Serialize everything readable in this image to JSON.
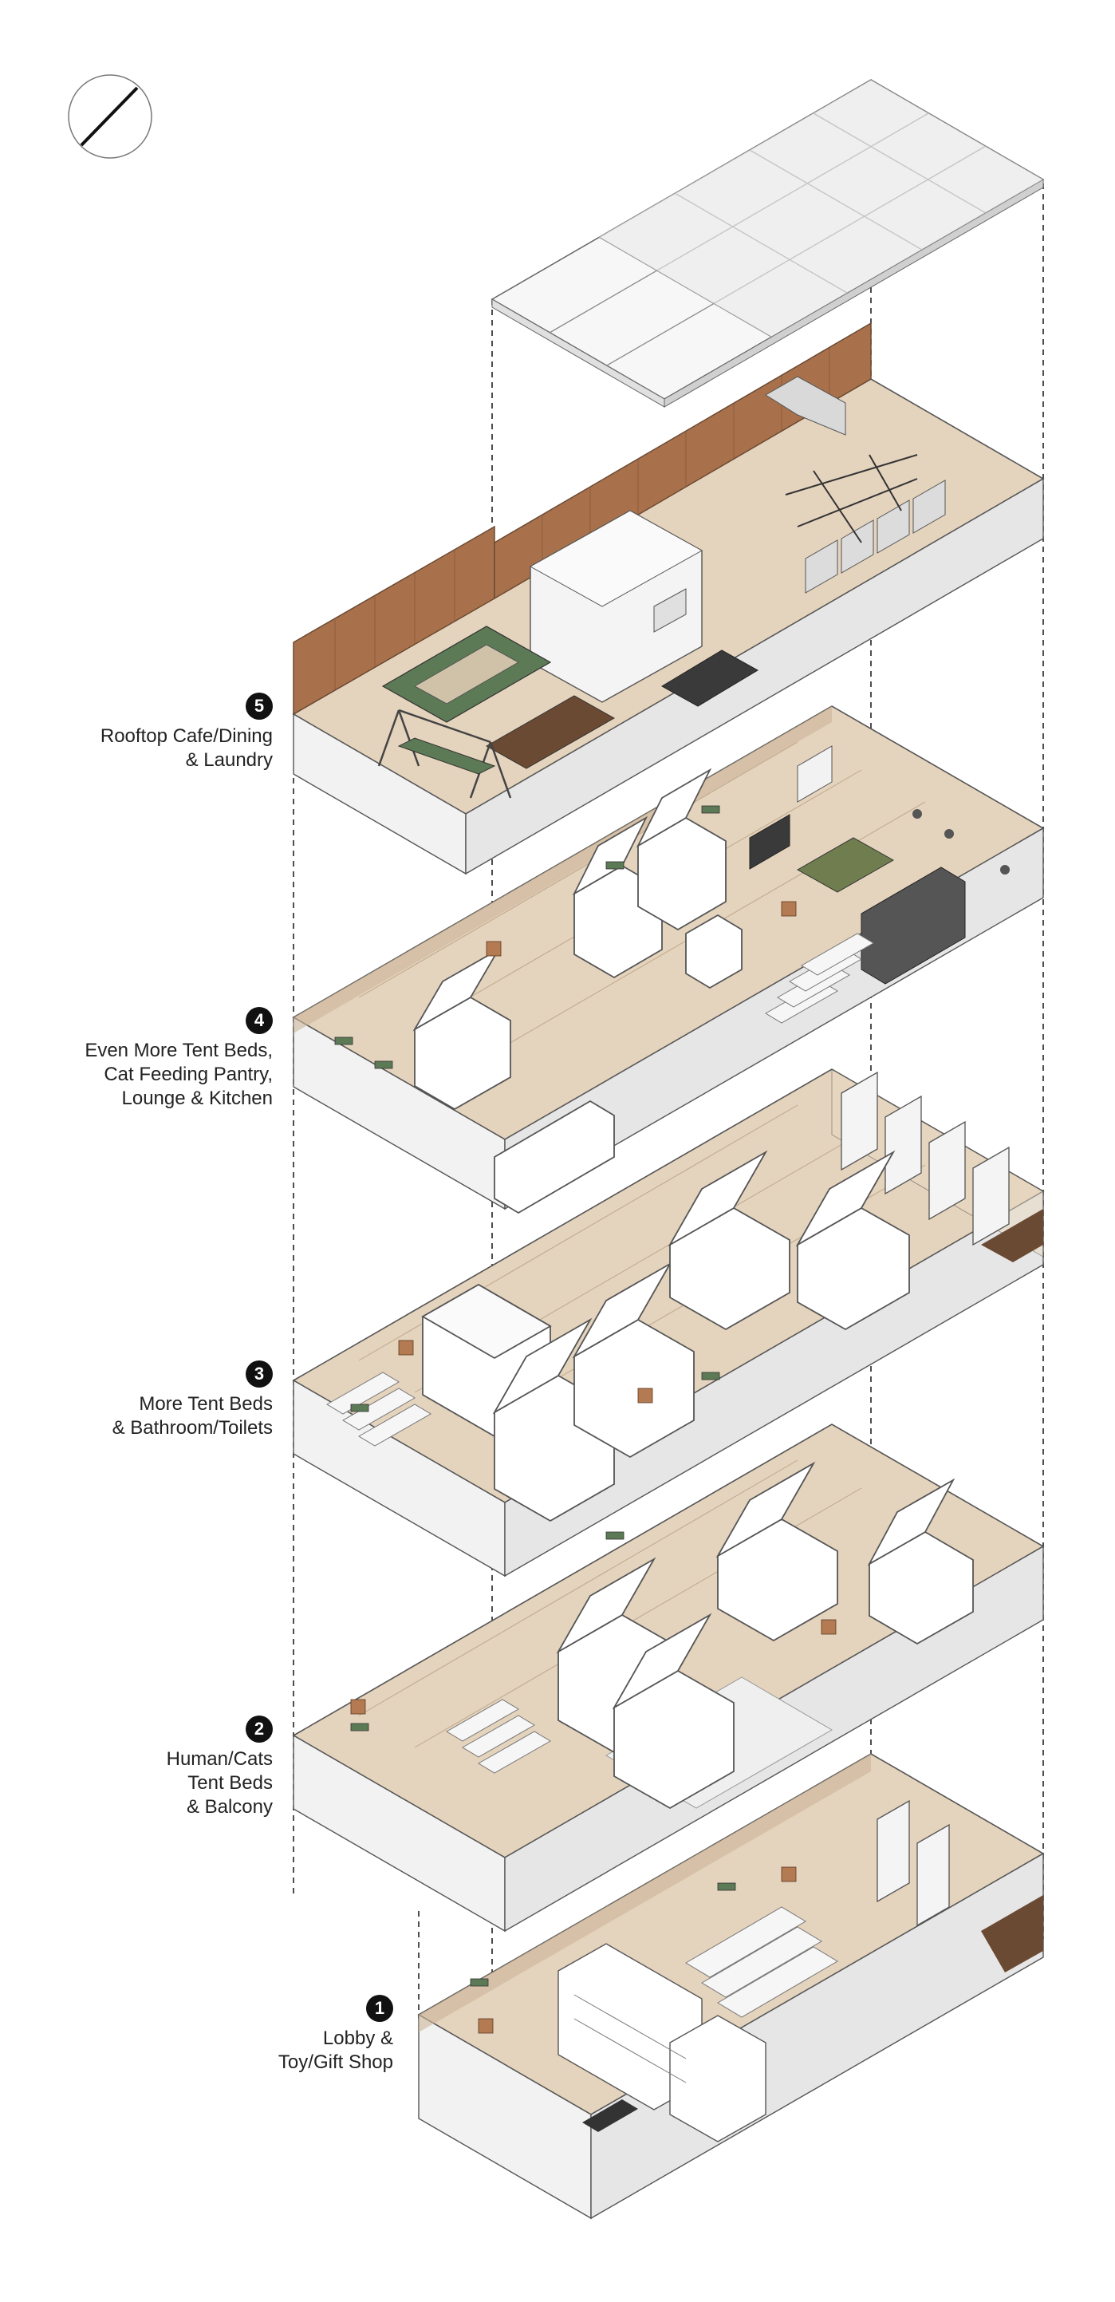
{
  "floors": [
    {
      "number": "5",
      "lines": [
        "Rooftop Cafe/Dining",
        "& Laundry"
      ]
    },
    {
      "number": "4",
      "lines": [
        "Even More Tent Beds,",
        "Cat Feeding Pantry,",
        "Lounge & Kitchen"
      ]
    },
    {
      "number": "3",
      "lines": [
        "More Tent Beds",
        "& Bathroom/Toilets"
      ]
    },
    {
      "number": "2",
      "lines": [
        "Human/Cats",
        "Tent Beds",
        "& Balcony"
      ]
    },
    {
      "number": "1",
      "lines": [
        "Lobby &",
        "Toy/Gift Shop"
      ]
    }
  ],
  "colors": {
    "wood": "#a9714b",
    "wood_dark": "#6b4a33",
    "floor": "#e4d3bd",
    "wall": "#f2f2f2",
    "line": "#555555",
    "bed": "#ffffff",
    "mat_green": "#5c7a55",
    "box": "#b47a52"
  },
  "icons": [
    "north-arrow-icon"
  ]
}
